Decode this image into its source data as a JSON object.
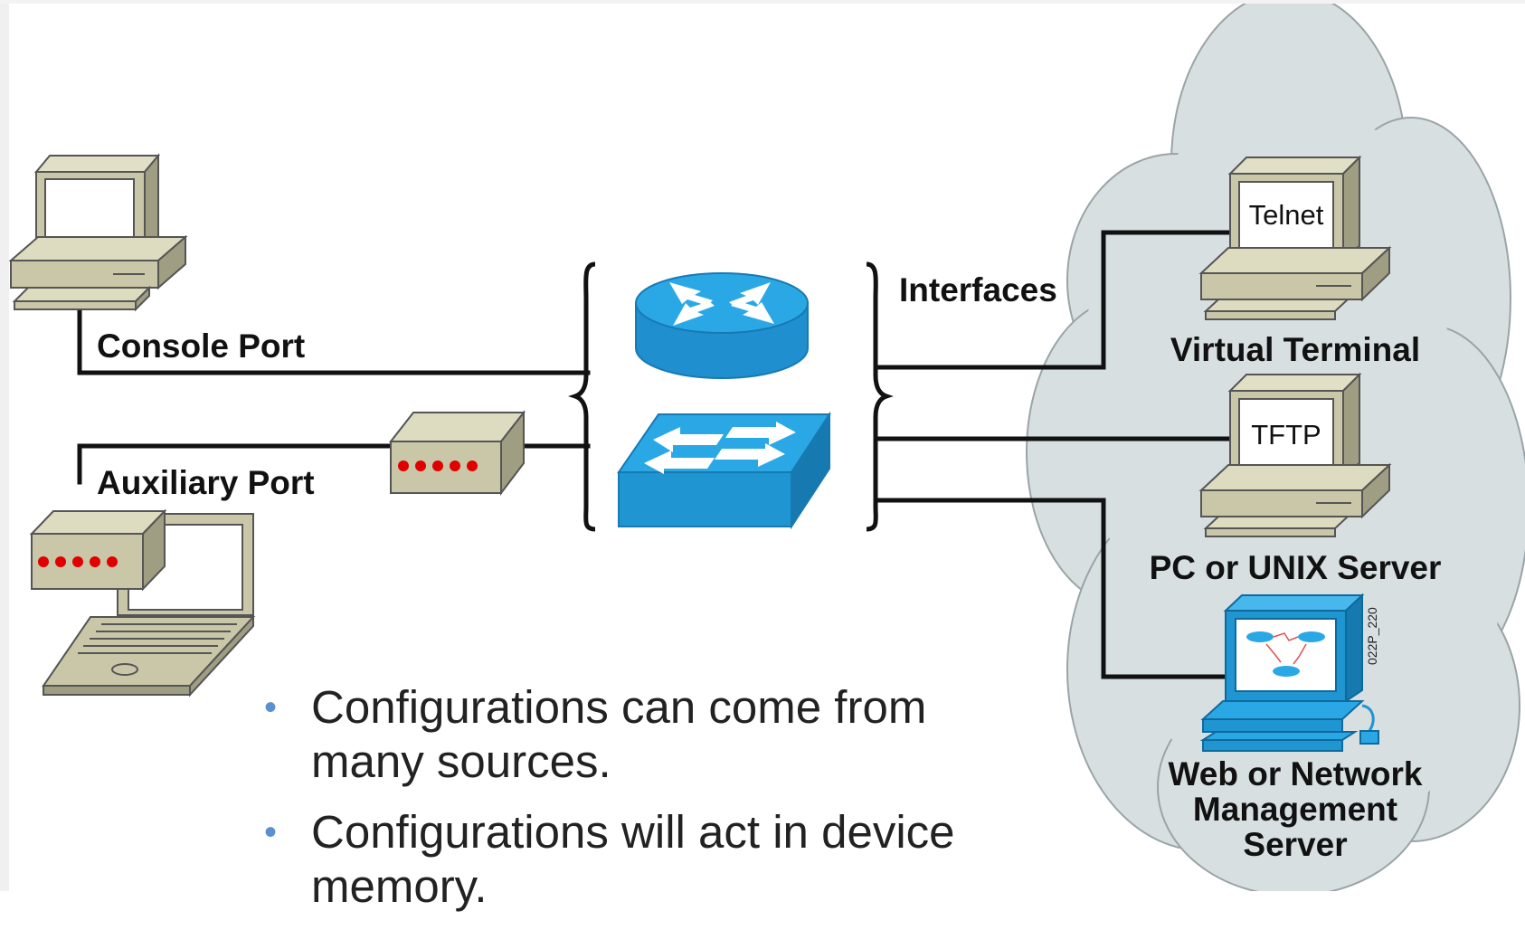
{
  "labels": {
    "console_port": "Console Port",
    "auxiliary_port": "Auxiliary Port",
    "interfaces": "Interfaces",
    "virtual_terminal": "Virtual Terminal",
    "pc_unix_server": "PC or UNIX Server",
    "web_server_line1": "Web or Network",
    "web_server_line2": "Management",
    "web_server_line3": "Server"
  },
  "screens": {
    "telnet": "Telnet",
    "tftp": "TFTP"
  },
  "figure_code": "022P_220",
  "bullets": [
    "Configurations can come from many sources.",
    "Configurations will act in device memory."
  ],
  "colors": {
    "cloud": "#d7dfe1",
    "device_blue": "#1f95d2",
    "device_top": "#2aa8e6",
    "beige": "#c9c7a8",
    "modem_led": "#e00000",
    "line": "#111111"
  }
}
